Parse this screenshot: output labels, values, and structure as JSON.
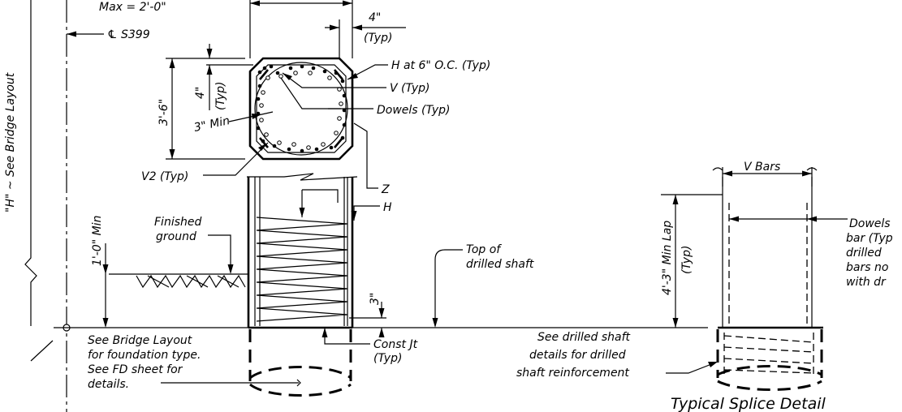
{
  "labels": {
    "max_dim": "Max = 2'-0\"",
    "h_side": "\"H\" ~ See Bridge Layout",
    "cl": "℄ S399",
    "top_4": "4\"",
    "top_4_typ": "(Typ)",
    "h_oc": "H at 6\" O.C. (Typ)",
    "v_typ": "V (Typ)",
    "dowels_typ": "Dowels (Typ)",
    "dim_3_6": "3'-6\"",
    "dim_4": "4\"",
    "dim_4_typ": "(Typ)",
    "three_min": "3\" Min",
    "v2_typ": "V2 (Typ)",
    "z": "Z",
    "h": "H",
    "one_min": "1'-0\" Min",
    "finished": "Finished",
    "ground": "ground",
    "three_in": "3\"",
    "top_of": "Top of",
    "drilled_shaft": "drilled shaft",
    "see_layout": "See Bridge Layout",
    "for_found": "for foundation type.",
    "see_fd": "See FD sheet for",
    "details": "details.",
    "const_jt": "Const Jt",
    "const_typ": "(Typ)",
    "see_ds": "See drilled shaft",
    "ds_details": "details for drilled",
    "ds_reinf": "shaft reinforcement",
    "v_bars": "V Bars",
    "lap": "4'-3\" Min Lap",
    "lap_typ": "(Typ)",
    "dowels_per": "Dowels",
    "bar_typ": "bar (Typ",
    "drilled": "drilled",
    "bars_no": "bars no",
    "with_dr": "with dr",
    "splice_title": "Typical Splice Detail"
  }
}
